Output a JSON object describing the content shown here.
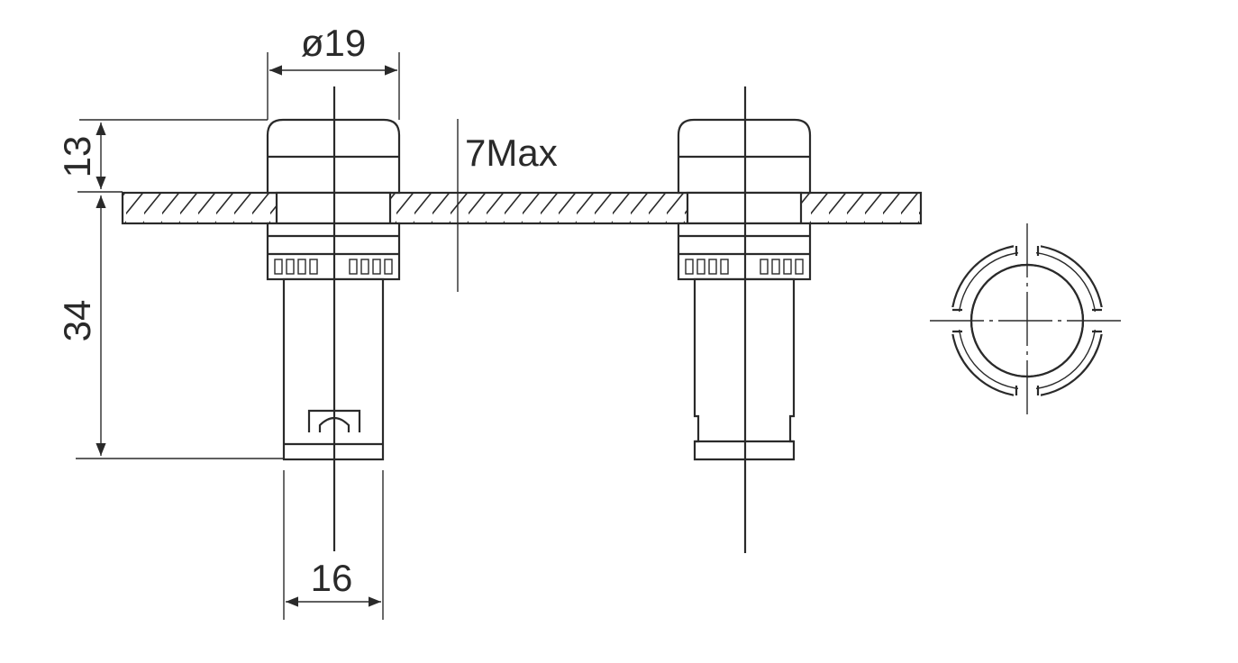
{
  "labels": {
    "diameter": "ø19",
    "height_top": "13",
    "max_thickness": "7Max",
    "height_body": "34",
    "width_body": "16"
  },
  "colors": {
    "line": "#2a2a2a",
    "background": "#ffffff"
  }
}
